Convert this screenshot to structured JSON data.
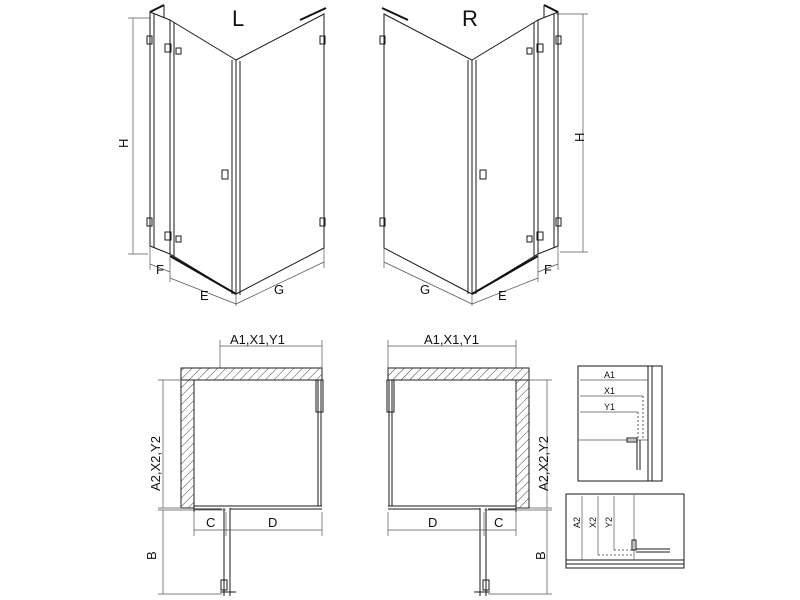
{
  "views": {
    "left": {
      "title": "L",
      "height_label": "H",
      "fixed_label": "F",
      "door_label": "E",
      "side_label": "G"
    },
    "right": {
      "title": "R",
      "height_label": "H",
      "fixed_label": "F",
      "door_label": "E",
      "side_label": "G"
    }
  },
  "plans": {
    "left": {
      "width_label": "A1,X1,Y1",
      "depth_label": "A2,X2,Y2",
      "c_label": "C",
      "d_label": "D",
      "b_label": "B"
    },
    "right": {
      "width_label": "A1,X1,Y1",
      "depth_label": "A2,X2,Y2",
      "c_label": "C",
      "d_label": "D",
      "b_label": "B"
    }
  },
  "details": {
    "top": {
      "a1": "A1",
      "x1": "X1",
      "y1": "Y1"
    },
    "bottom": {
      "a2": "A2",
      "x2": "X2",
      "y2": "Y2"
    }
  }
}
